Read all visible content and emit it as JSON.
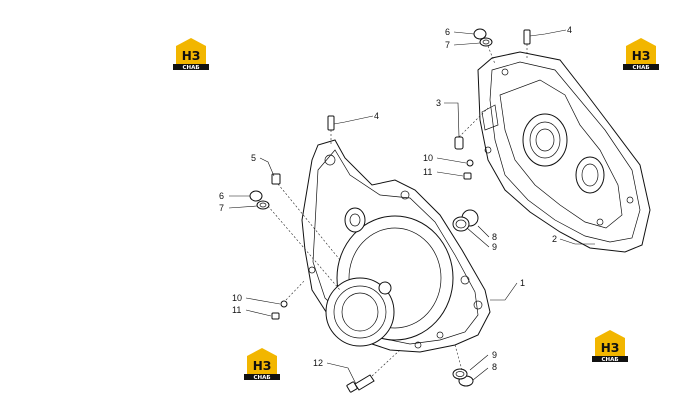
{
  "logo": {
    "mark": "НЗ",
    "caption": "СНАБ",
    "color_yellow": "#f2b600",
    "color_black": "#111111"
  },
  "callouts": [
    {
      "id": "c1",
      "label": "1"
    },
    {
      "id": "c2",
      "label": "2"
    },
    {
      "id": "c3",
      "label": "3"
    },
    {
      "id": "c4a",
      "label": "4"
    },
    {
      "id": "c4b",
      "label": "4"
    },
    {
      "id": "c5",
      "label": "5"
    },
    {
      "id": "c6a",
      "label": "6"
    },
    {
      "id": "c6b",
      "label": "6"
    },
    {
      "id": "c7a",
      "label": "7"
    },
    {
      "id": "c7b",
      "label": "7"
    },
    {
      "id": "c8a",
      "label": "8"
    },
    {
      "id": "c8b",
      "label": "8"
    },
    {
      "id": "c9a",
      "label": "9"
    },
    {
      "id": "c9b",
      "label": "9"
    },
    {
      "id": "c10a",
      "label": "10"
    },
    {
      "id": "c10b",
      "label": "10"
    },
    {
      "id": "c11a",
      "label": "11"
    },
    {
      "id": "c11b",
      "label": "11"
    },
    {
      "id": "c12",
      "label": "12"
    }
  ]
}
